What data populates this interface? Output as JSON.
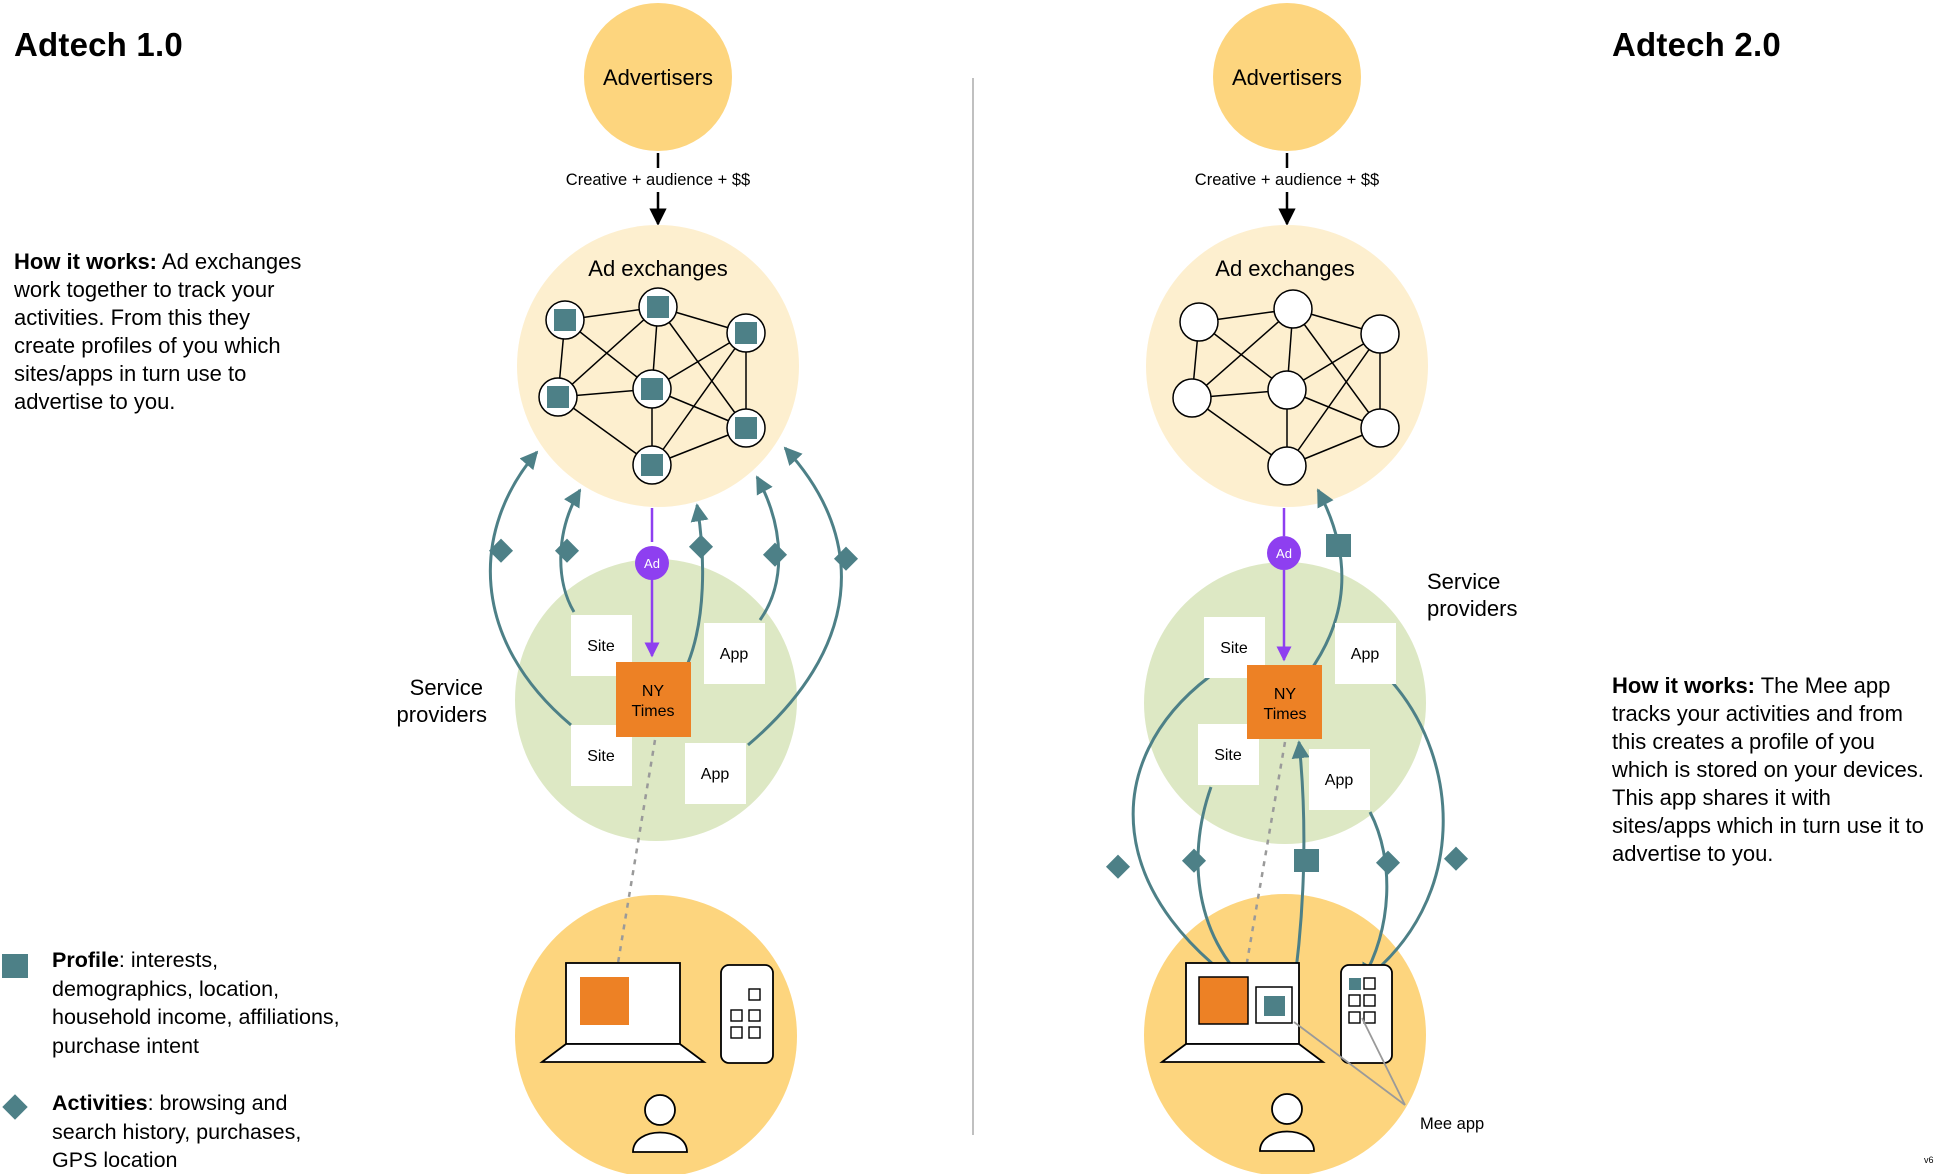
{
  "left": {
    "title": "Adtech 1.0",
    "how_label": "How it works:",
    "how_text": " Ad exchanges work together to track your activities. From this they create profiles of you which sites/apps in turn use to advertise to you."
  },
  "right": {
    "title": "Adtech 2.0",
    "how_label": "How it works:",
    "how_text": " The Mee app tracks your activities and from this creates a profile of you which is stored on your devices. This app shares it with sites/apps which in turn use it to advertise to you."
  },
  "legend": {
    "profile_label": "Profile",
    "profile_text": ": interests, demographics, location, household income, affiliations, purchase intent",
    "activities_label": "Activities",
    "activities_text": ": browsing and search history, purchases, GPS location"
  },
  "diagram": {
    "advertisers": "Advertisers",
    "flow_label": "Creative + audience + $$",
    "ad_exchanges": "Ad exchanges",
    "ad_badge": "Ad",
    "service_providers_line1": "Service",
    "service_providers_line2": "providers",
    "site": "Site",
    "app": "App",
    "publisher_line1": "NY",
    "publisher_line2": "Times",
    "mee_app": "Mee app",
    "version": "v6"
  },
  "colors": {
    "advertisers_fill": "#fdd57e",
    "exchanges_fill": "#fdefcf",
    "providers_fill": "#dde8c4",
    "user_fill": "#fdd57e",
    "teal": "#4d8087",
    "orange": "#ed8125",
    "purple": "#8e3ff0",
    "divider": "#c0c0c0"
  }
}
